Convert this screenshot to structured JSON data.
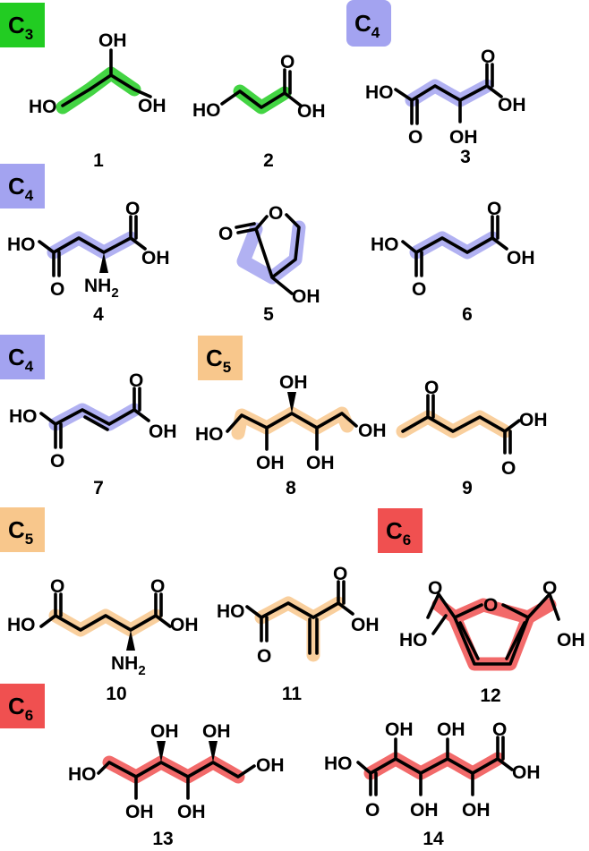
{
  "colors": {
    "C3": "#22cc22",
    "C4": "#a3a3f0",
    "C5": "#f8c78c",
    "C6": "#f05050"
  },
  "badges": [
    {
      "id": "b1",
      "carbon": "C",
      "count": "3",
      "group": "C3"
    },
    {
      "id": "b2",
      "carbon": "C",
      "count": "4",
      "group": "C4"
    },
    {
      "id": "b3",
      "carbon": "C",
      "count": "4",
      "group": "C4"
    },
    {
      "id": "b4",
      "carbon": "C",
      "count": "4",
      "group": "C4"
    },
    {
      "id": "b5",
      "carbon": "C",
      "count": "5",
      "group": "C5"
    },
    {
      "id": "b6",
      "carbon": "C",
      "count": "5",
      "group": "C5"
    },
    {
      "id": "b7",
      "carbon": "C",
      "count": "6",
      "group": "C6"
    },
    {
      "id": "b8",
      "carbon": "C",
      "count": "6",
      "group": "C6"
    }
  ],
  "compounds": [
    {
      "number": "1"
    },
    {
      "number": "2"
    },
    {
      "number": "3"
    },
    {
      "number": "4"
    },
    {
      "number": "5"
    },
    {
      "number": "6"
    },
    {
      "number": "7"
    },
    {
      "number": "8"
    },
    {
      "number": "9"
    },
    {
      "number": "10"
    },
    {
      "number": "11"
    },
    {
      "number": "12"
    },
    {
      "number": "13"
    },
    {
      "number": "14"
    }
  ],
  "atom_labels": {
    "OH": "OH",
    "HO": "HO",
    "O": "O",
    "NH": "NH",
    "sub2": "2"
  }
}
